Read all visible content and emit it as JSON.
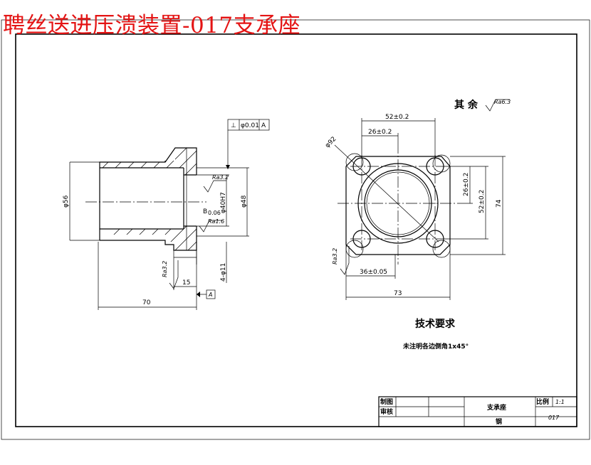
{
  "title": "聘丝送进压溃装置-017支承座",
  "colors": {
    "title": "#e41414",
    "lines": "#000000",
    "background": "#ffffff"
  },
  "front_view": {
    "dia_outer": "φ56",
    "dia_bore": "φ40H7",
    "dia_shoulder": "φ48",
    "flat_width": "4-φ11",
    "length": "70",
    "flange_thickness": "15",
    "datum_label": "A",
    "datum_small": "B",
    "datum_small_sub": "0.06",
    "roughness_bore_top": "Ra3.2",
    "roughness_bore_bottom": "Ra1.6",
    "roughness_face": "Ra3.2",
    "tolerance_symbol": "⊥",
    "tolerance_value": "φ0.01",
    "tolerance_datum": "A"
  },
  "side_view": {
    "rest_label": "其 余",
    "rest_roughness": "Ra6.3",
    "dim_hole_pitch_x": "52±0.2",
    "dim_hole_half_x": "26±0.2",
    "dim_hole_half_y": "26±0.2",
    "dim_hole_pitch_y": "52±0.2",
    "dim_height": "74",
    "dim_bottom_offset": "36±0.05",
    "dim_width": "73",
    "dim_circle": "φ92",
    "roughness_edge": "Ra3.2"
  },
  "notes": {
    "heading": "技术要求",
    "line1": "未注明各边倒角1x45°"
  },
  "title_block": {
    "drawn_label": "制图",
    "checked_label": "审核",
    "part_name": "支承座",
    "scale_label": "比例",
    "scale_value": "1:1",
    "material": "钢",
    "drawing_no": "017"
  }
}
